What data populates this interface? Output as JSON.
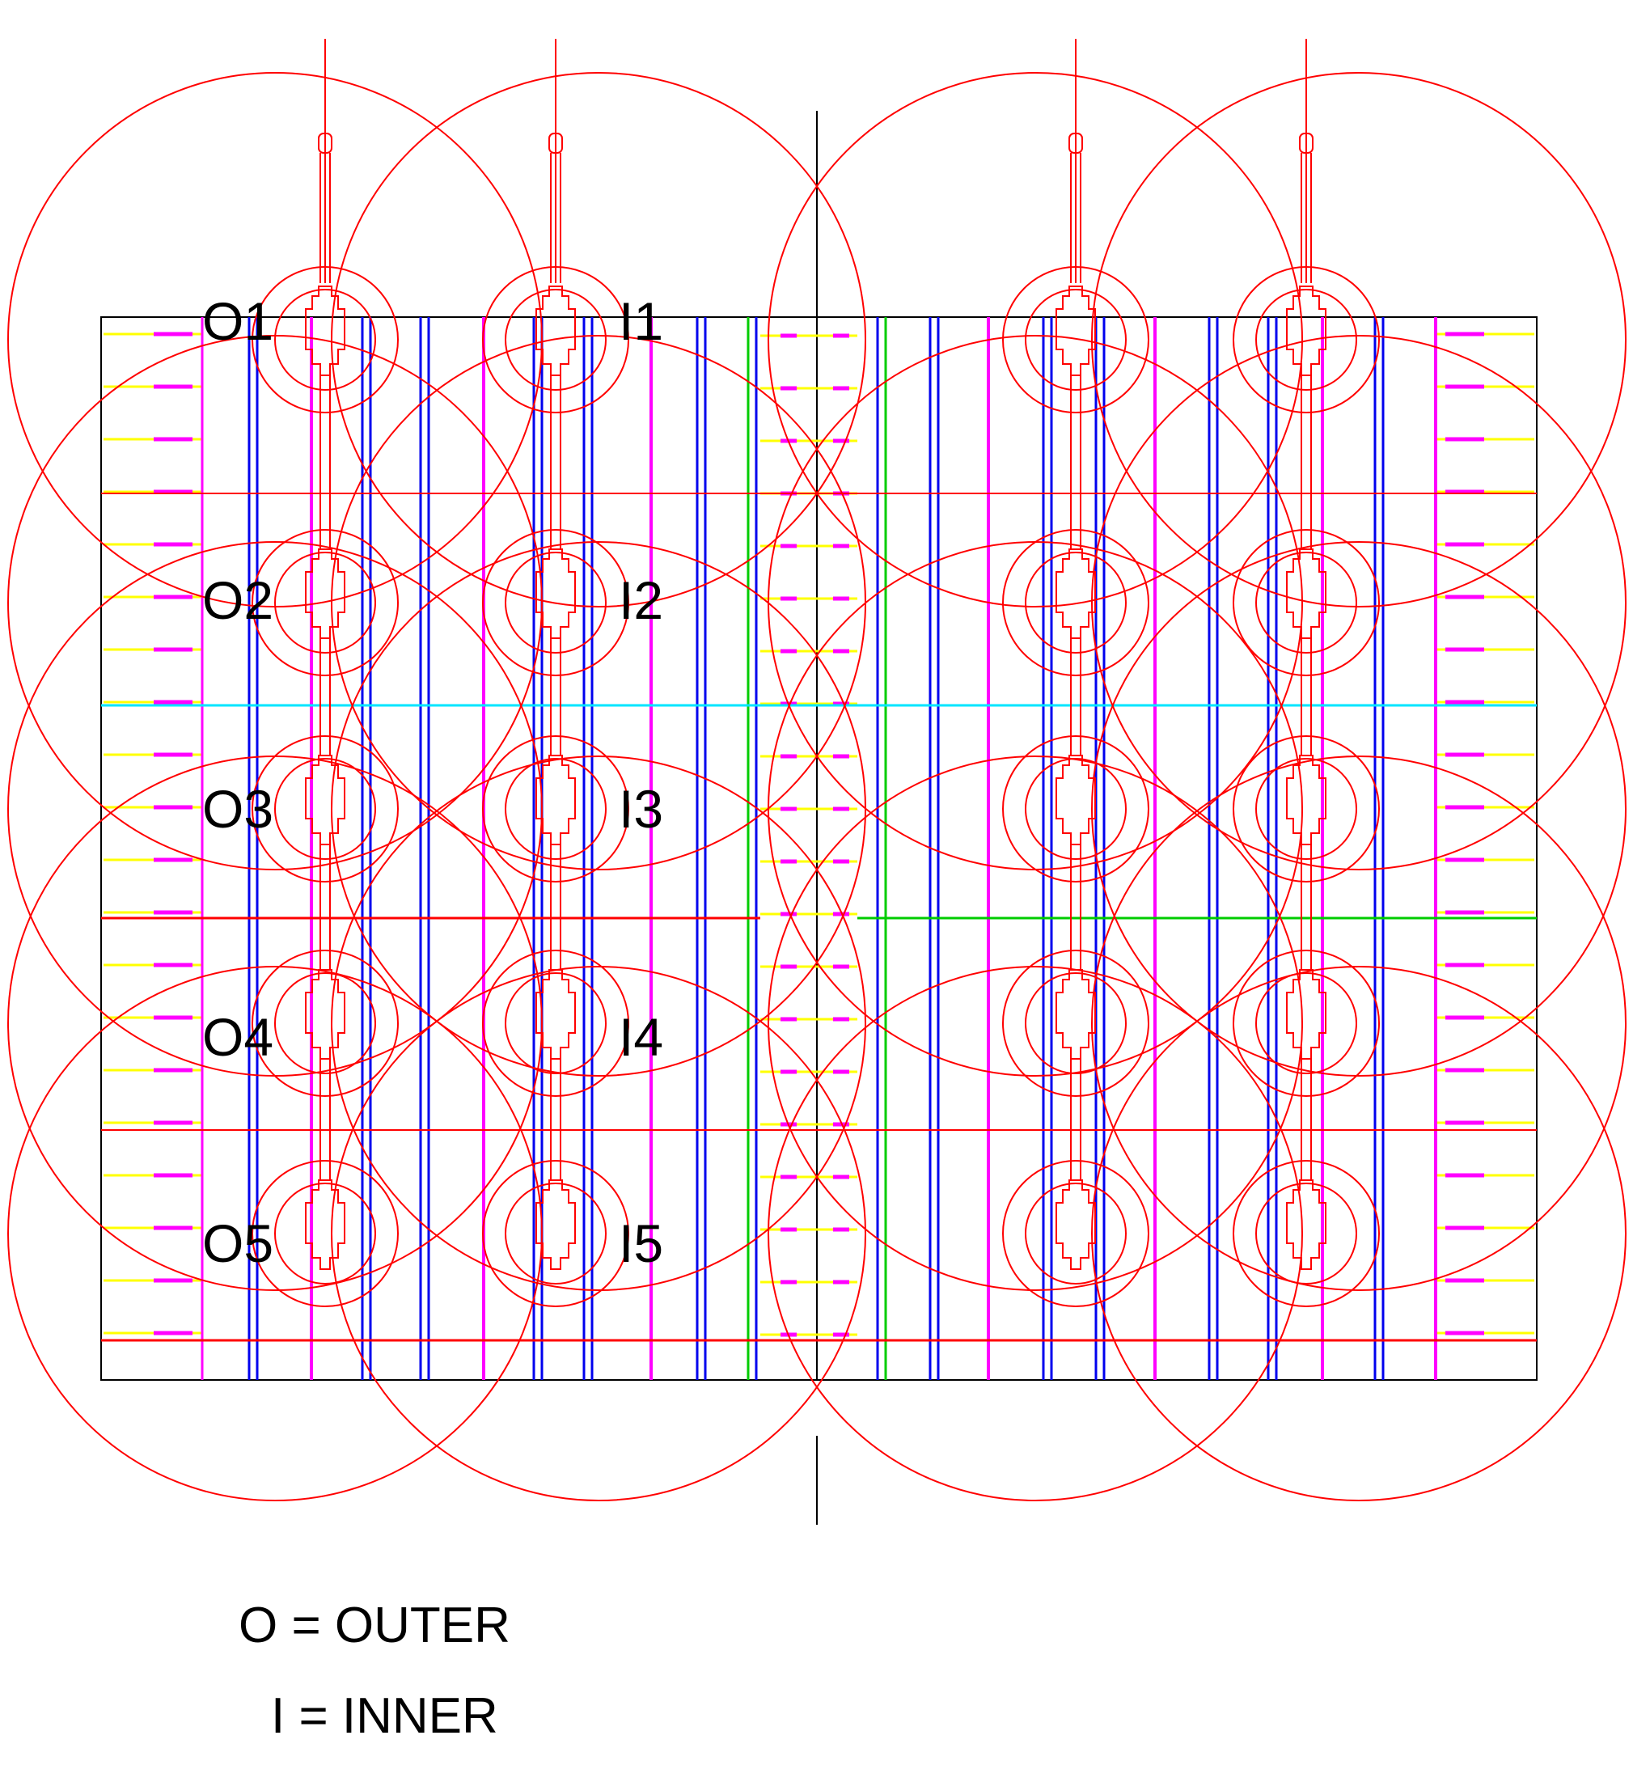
{
  "diagram": {
    "row_labels_outer": [
      "O1",
      "O2",
      "O3",
      "O4",
      "O5"
    ],
    "row_labels_inner": [
      "I1",
      "I2",
      "I3",
      "I4",
      "I5"
    ],
    "legend": [
      "O = OUTER",
      "I = INNER"
    ],
    "colors": {
      "coverage": "#ff0000",
      "blue_line": "#0000ee",
      "magenta_line": "#ff00ff",
      "green_line": "#00cc00",
      "cyan_line": "#00e5ff",
      "yellow_tick": "#ffff00",
      "outline": "#000000"
    }
  }
}
